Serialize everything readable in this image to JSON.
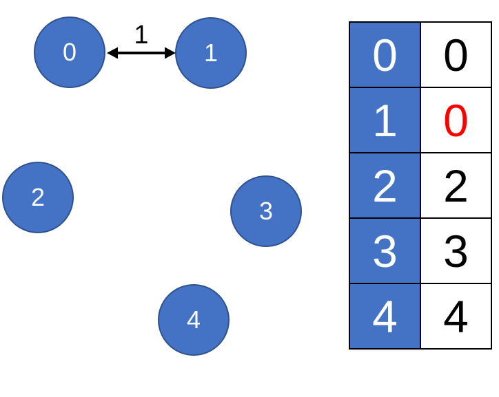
{
  "diagram": {
    "nodes": [
      {
        "label": "0"
      },
      {
        "label": "1"
      },
      {
        "label": "2"
      },
      {
        "label": "3"
      },
      {
        "label": "4"
      }
    ],
    "edges": [
      {
        "from": "0",
        "to": "1",
        "weight": "1",
        "bidirectional": true
      }
    ]
  },
  "table": {
    "rows": [
      {
        "node": "0",
        "value": "0",
        "value_color": "#000000"
      },
      {
        "node": "1",
        "value": "0",
        "value_color": "#FF0000"
      },
      {
        "node": "2",
        "value": "2",
        "value_color": "#000000"
      },
      {
        "node": "3",
        "value": "3",
        "value_color": "#000000"
      },
      {
        "node": "4",
        "value": "4",
        "value_color": "#000000"
      }
    ]
  },
  "colors": {
    "node_fill": "#4472C4",
    "node_border": "#2F528F",
    "table_index_bg": "#4472C4",
    "table_index_text": "#FFFFFF",
    "highlight": "#FF0000",
    "edge": "#000000"
  }
}
